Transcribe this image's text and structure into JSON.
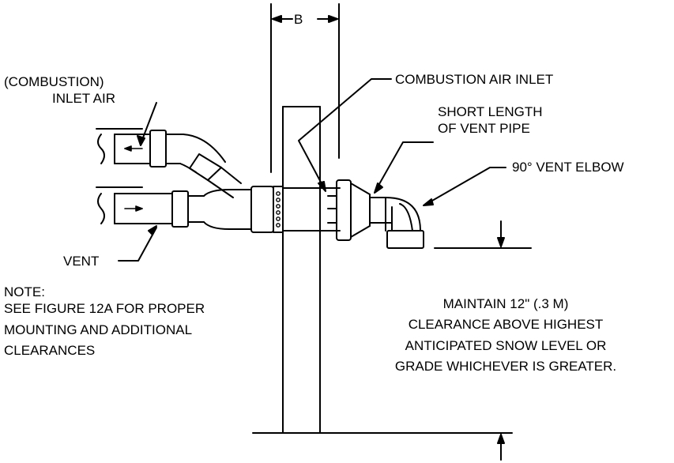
{
  "labels": {
    "dimension_b": "B",
    "combustion": "(COMBUSTION)",
    "inlet_air": "INLET AIR",
    "combustion_air_inlet": "COMBUSTION AIR INLET",
    "short_length_1": "SHORT LENGTH",
    "short_length_2": "OF VENT PIPE",
    "vent_elbow": "90° VENT ELBOW",
    "vent": "VENT"
  },
  "note": {
    "heading": "NOTE:",
    "line1": "SEE FIGURE 12A FOR PROPER",
    "line2": "MOUNTING AND ADDITIONAL",
    "line3": "CLEARANCES"
  },
  "clearance": {
    "line1": "MAINTAIN 12\" (.3 M)",
    "line2": "CLEARANCE ABOVE HIGHEST",
    "line3": "ANTICIPATED SNOW LEVEL OR",
    "line4": "GRADE WHICHEVER IS GREATER."
  }
}
